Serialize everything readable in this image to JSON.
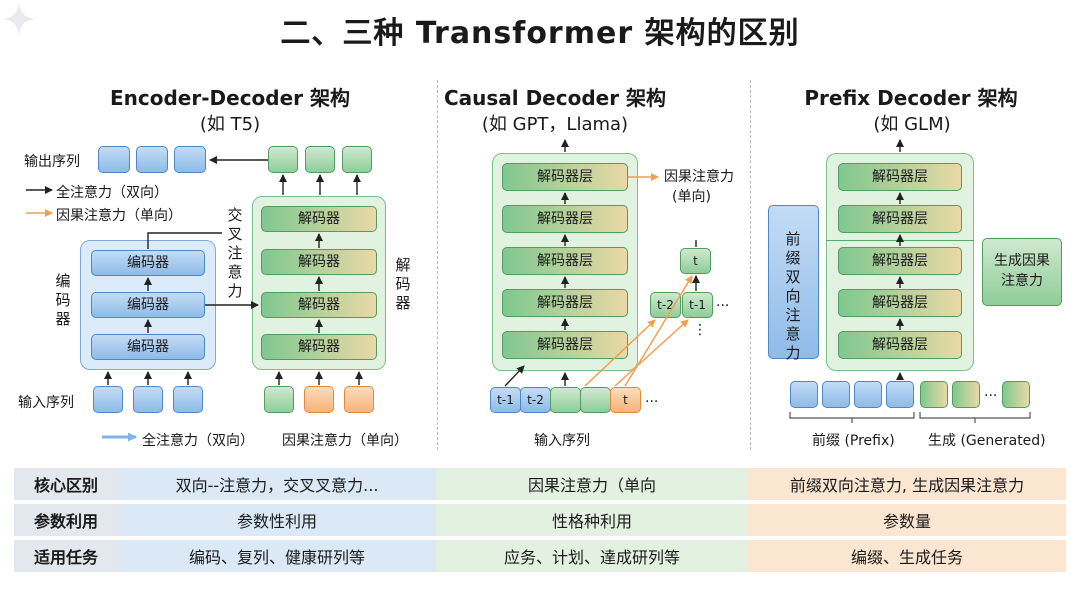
{
  "title": "二、三种 Transformer 架构的区别",
  "panels": {
    "encdec": {
      "title": "Encoder-Decoder 架构",
      "subtitle": "(如 T5)",
      "output_label": "输出序列",
      "input_label": "输入序列",
      "legend_bi": "全注意力（双向）",
      "legend_causal": "因果注意力（单向）",
      "cross_label": "交叉注意力",
      "encoder_side": "编码器",
      "decoder_side": "解码器",
      "encoder_layer": "编码器",
      "decoder_layer": "解码器",
      "bottom_legend_bi": "全注意力（双向）",
      "bottom_legend_causal": "因果注意力（单向）"
    },
    "causal": {
      "title": "Causal Decoder 架构",
      "subtitle": "(如 GPT，Llama)",
      "layer": "解码器层",
      "attn_label_1": "因果注意力",
      "attn_label_2": "(单向)",
      "input_label": "输入序列",
      "tokens": [
        "t-1",
        "t-2",
        "t"
      ],
      "ellipsis": "...",
      "pred_tokens": [
        "t-2",
        "t-1",
        "t"
      ],
      "vdots": "⋮"
    },
    "prefix": {
      "title": "Prefix Decoder 架构",
      "subtitle": "(如 GLM)",
      "layer": "解码器层",
      "prefix_side": "前缀双向注意力",
      "gen_side": "生成因果注意力",
      "prefix_label": "前缀 (Prefix)",
      "gen_label": "生成 (Generated)",
      "ellipsis": "..."
    }
  },
  "comparison": {
    "rows": [
      {
        "header": "核心区别",
        "encdec": "双向--注意力，交叉叉意力...",
        "causal": "因果注意力（单向",
        "prefix": "前缀双向注意力, 生成因果注意力"
      },
      {
        "header": "参数利用",
        "encdec": "参数性利用",
        "causal": "性格种利用",
        "prefix": "参数量"
      },
      {
        "header": "适用任务",
        "encdec": "编码、复列、健康研列等",
        "causal": "应务、计划、達成研列等",
        "prefix": "编缀、生成任务"
      }
    ]
  },
  "colors": {
    "blue": "#8fbbe8",
    "green": "#8fcd99",
    "orange": "#f6b37b",
    "arrow_orange": "#f0a050"
  }
}
